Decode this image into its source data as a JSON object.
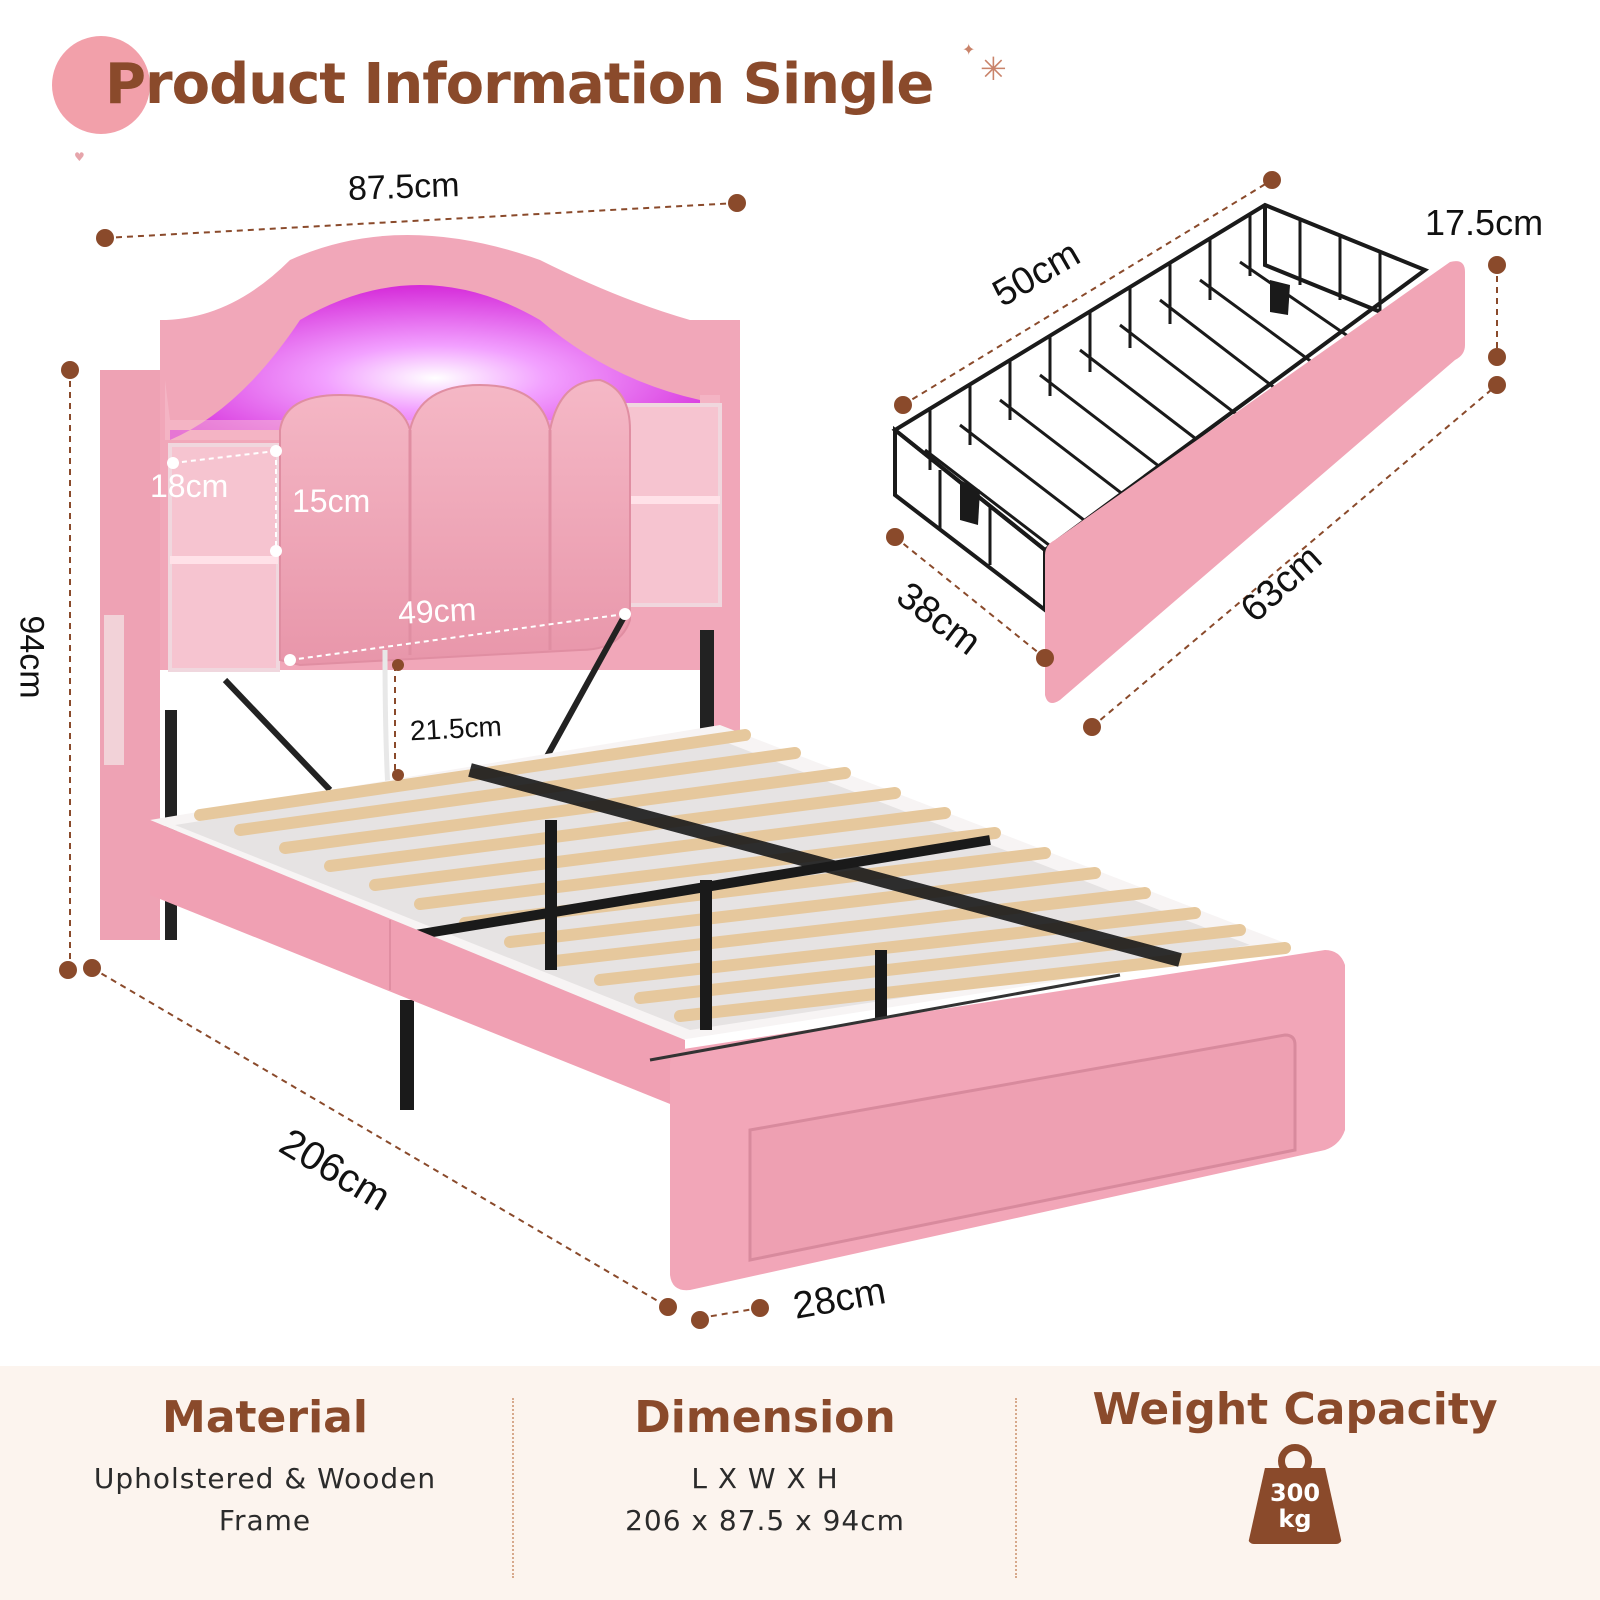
{
  "header": {
    "title": "Product Information  Single"
  },
  "dimensions": {
    "width": "87.5cm",
    "height": "94cm",
    "length": "206cm",
    "shelf_height": "18cm",
    "headboard_depth": "15cm",
    "headboard_width": "49cm",
    "under_clearance": "21.5cm",
    "drawer_height_front": "28cm",
    "drawer_width": "50cm",
    "drawer_height": "17.5cm",
    "drawer_depth": "38cm",
    "drawer_length": "63cm"
  },
  "footer": {
    "material": {
      "heading": "Material",
      "line1": "Upholstered & Wooden",
      "line2": "Frame"
    },
    "dimension": {
      "heading": "Dimension",
      "line1": "L X W X H",
      "line2": "206 x 87.5 x 94cm"
    },
    "weight": {
      "heading": "Weight Capacity",
      "value": "300",
      "unit": "kg"
    }
  },
  "colors": {
    "accent_brown": "#8a4a2b",
    "bed_pink": "#f0a6b6",
    "led_magenta": "#e040ff",
    "footer_bg": "#fcf4ee"
  }
}
